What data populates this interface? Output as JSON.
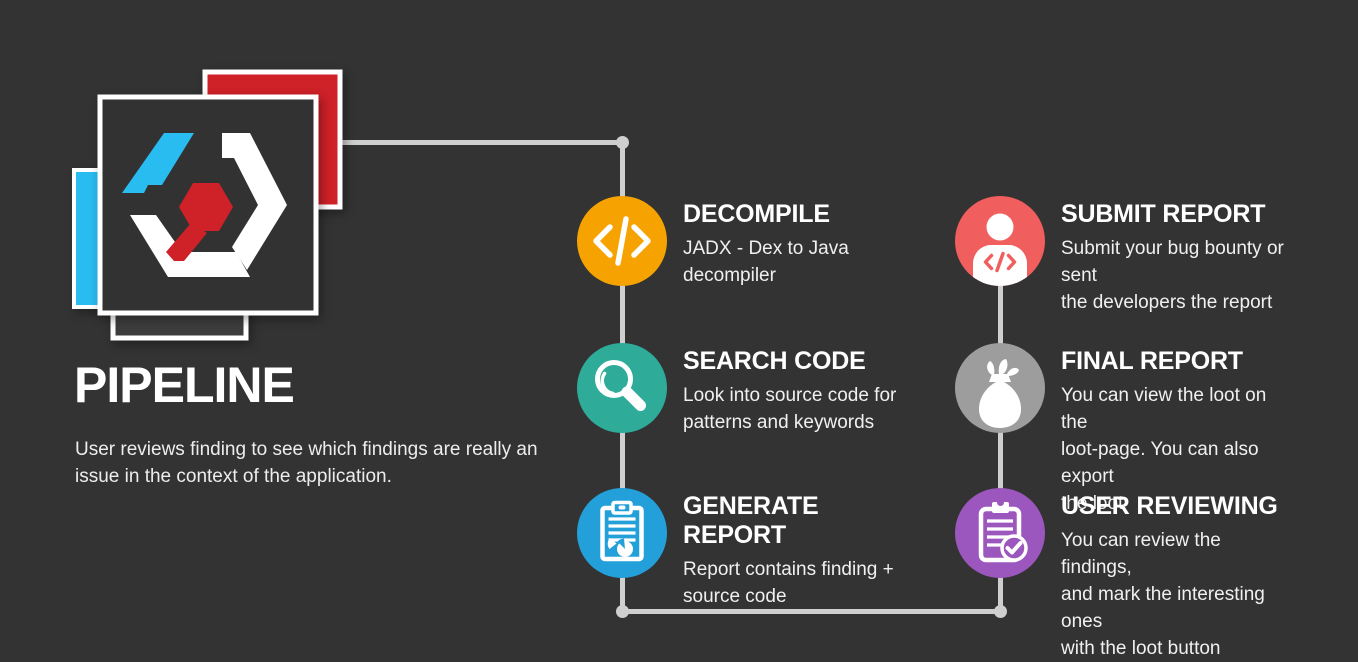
{
  "canvas": {
    "background": "#333333"
  },
  "logo": {
    "name": "code-hexagon-logo",
    "colors": {
      "cyan": "#29BCF0",
      "red": "#CE2128",
      "dark_square": "#323232",
      "back_square": "#3D3D3D",
      "white": "#FFFFFF"
    }
  },
  "intro": {
    "title": "PIPELINE",
    "description": "User reviews finding to see which findings are really an\nissue in the context of the application."
  },
  "connector": {
    "color": "#CFCFCF"
  },
  "steps": [
    {
      "id": "decompile",
      "title": "DECOMPILE",
      "description": "JADX - Dex to Java decompiler",
      "color": "#F6A201",
      "icon": "code-icon"
    },
    {
      "id": "search-code",
      "title": "SEARCH CODE",
      "description": "Look into source code for\npatterns and keywords",
      "color": "#2FAB9A",
      "icon": "magnifier-icon"
    },
    {
      "id": "generate-report",
      "title": "GENERATE REPORT",
      "description": "Report contains finding +\nsource code",
      "color": "#239FD9",
      "icon": "report-pie-icon"
    },
    {
      "id": "submit-report",
      "title": "SUBMIT REPORT",
      "description": "Submit your bug bounty or sent\nthe developers the report",
      "color": "#F15E5E",
      "icon": "person-code-icon"
    },
    {
      "id": "final-report",
      "title": "FINAL REPORT",
      "description": "You can view the loot on the\nloot-page. You can also export\nthe loot",
      "color": "#9D9D9D",
      "icon": "loot-bag-icon"
    },
    {
      "id": "user-reviewing",
      "title": "USER REVIEWING",
      "description": "You can review the findings,\nand mark the interesting ones\nwith the loot button",
      "color": "#9C57BE",
      "icon": "clipboard-check-icon"
    }
  ]
}
